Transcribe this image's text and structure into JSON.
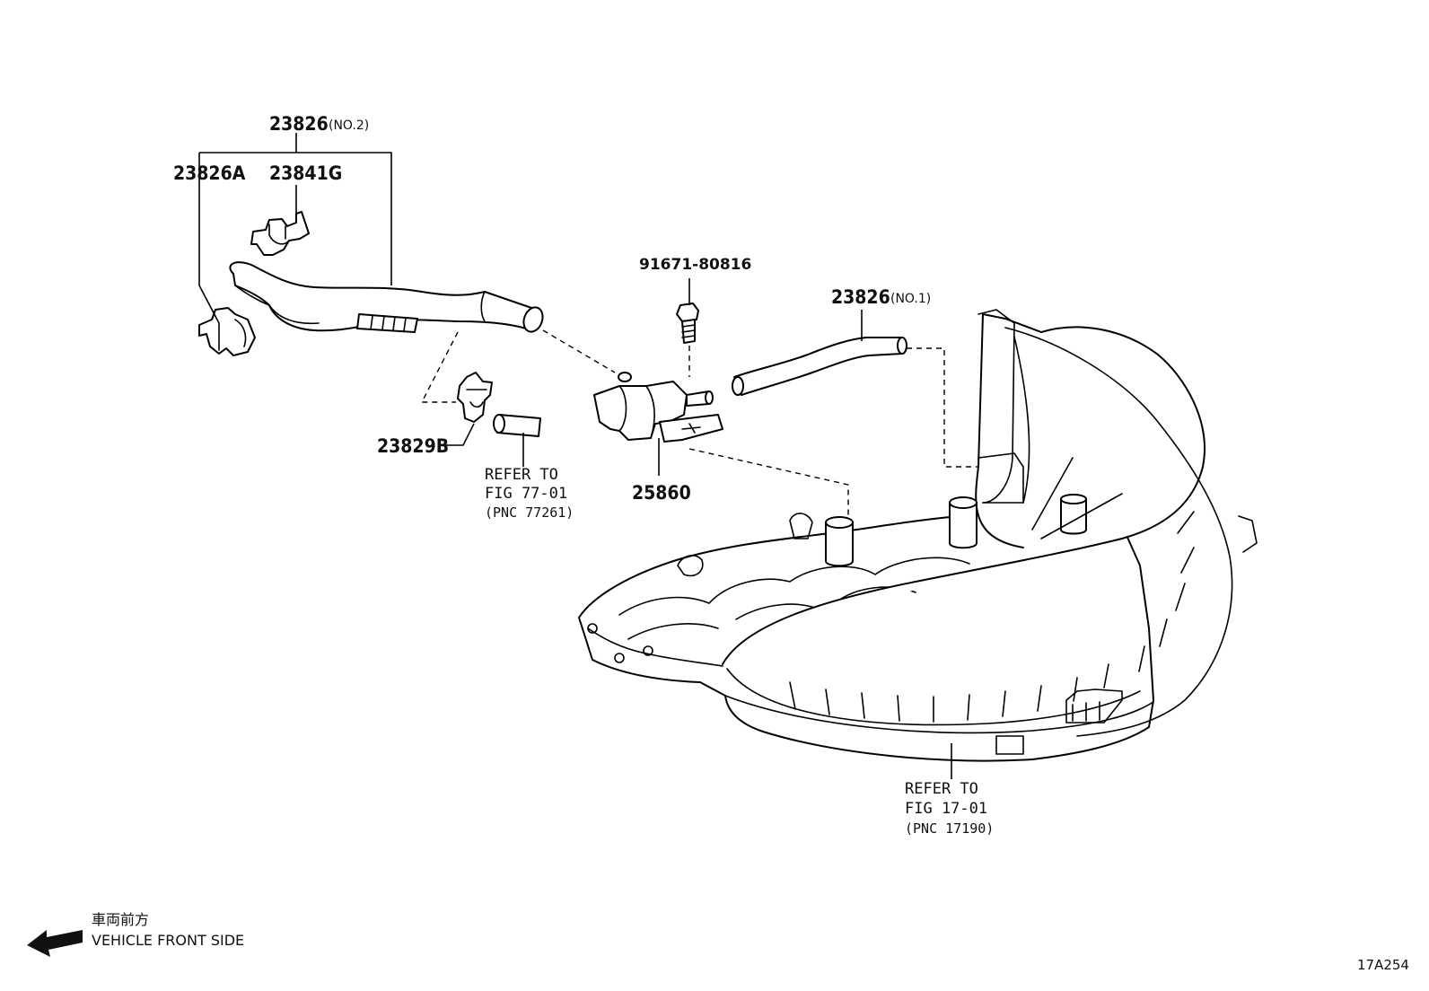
{
  "callouts": {
    "hose_no2": {
      "part_no": "23826",
      "suffix": "(NO.2)"
    },
    "hose_no2_bracket": {
      "part_no": "23826A"
    },
    "hose_no2_clamp": {
      "part_no": "23841G"
    },
    "bolt": {
      "part_no": "91671-80816"
    },
    "hose_no1": {
      "part_no": "23826",
      "suffix": "(NO.1)"
    },
    "hose_clip": {
      "part_no": "23829B"
    },
    "vsv": {
      "part_no": "25860"
    }
  },
  "references": {
    "fig77": {
      "line1": "REFER TO",
      "line2": "FIG 77-01",
      "line3": "(PNC 77261)"
    },
    "fig17": {
      "line1": "REFER TO",
      "line2": "FIG 17-01",
      "line3": "(PNC 17190)"
    }
  },
  "legend": {
    "japanese": "車両前方",
    "english": "VEHICLE FRONT SIDE",
    "icon": "front-direction-arrow"
  },
  "figure_code": "17A254"
}
